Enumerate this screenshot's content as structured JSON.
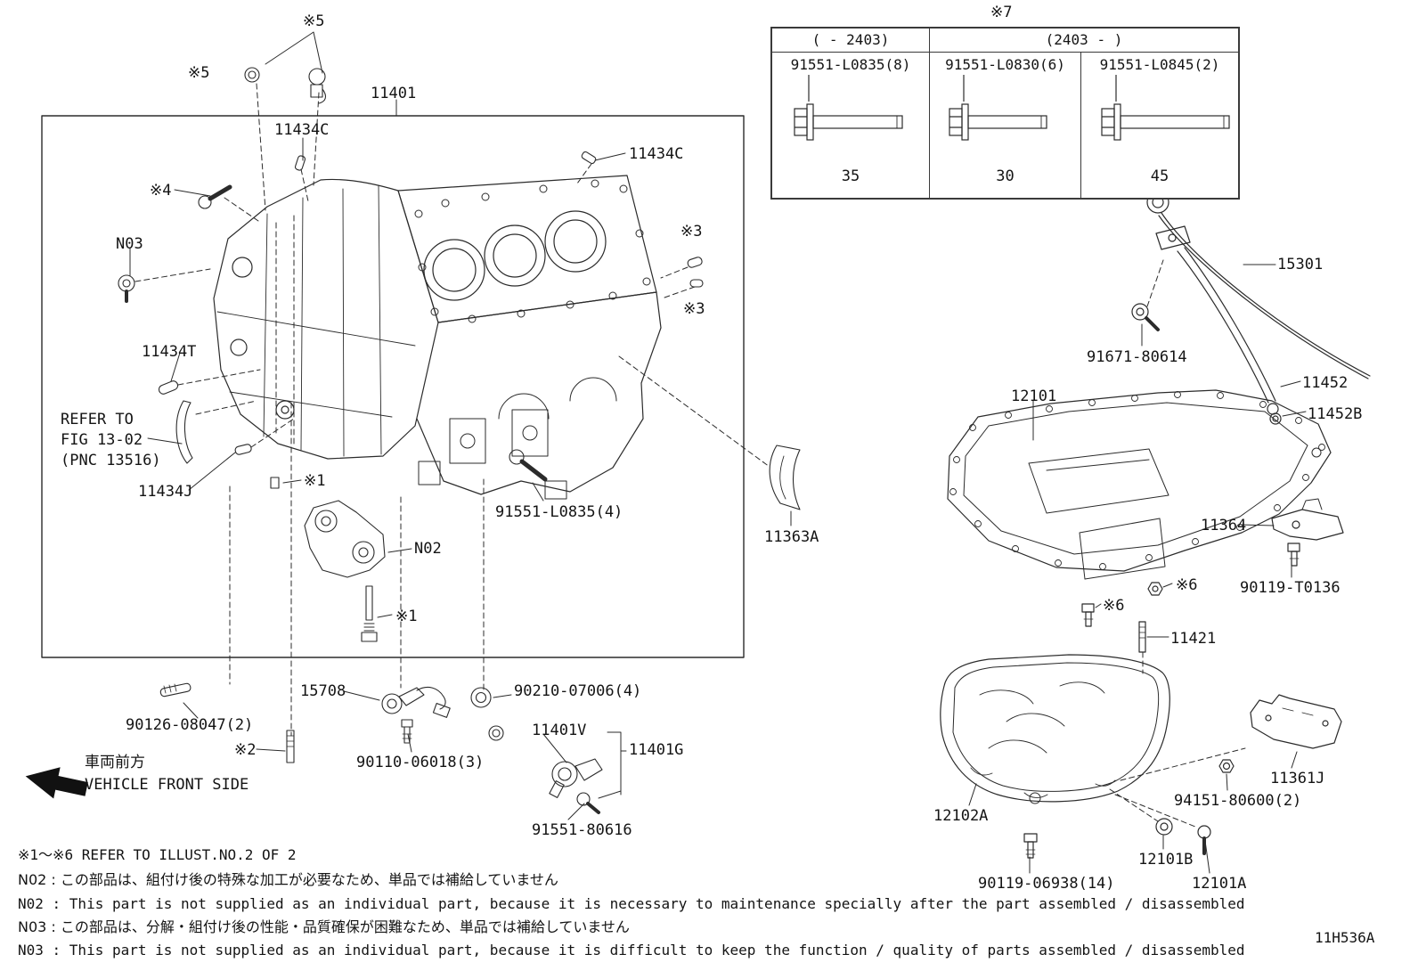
{
  "page": {
    "figure_code": "11H536A"
  },
  "bolt_table": {
    "title": "※7",
    "headers": {
      "left": "(      - 2403)",
      "right": "(2403 -      )"
    },
    "columns": [
      {
        "part_number": "91551-L0835(8)",
        "length": "35"
      },
      {
        "part_number": "91551-L0830(6)",
        "length": "30"
      },
      {
        "part_number": "91551-L0845(2)",
        "length": "45"
      }
    ]
  },
  "labels": {
    "ref5_top": "※5",
    "ref5_left": "※5",
    "code_11401": "11401",
    "code_11434c_top": "11434C",
    "code_11434c_right": "11434C",
    "ref4": "※4",
    "n03": "N03",
    "ref3_upper": "※3",
    "ref3_lower": "※3",
    "code_11434t": "11434T",
    "refer_line1": "REFER TO",
    "refer_line2": "FIG 13-02",
    "refer_line3": "(PNC 13516)",
    "code_11434j": "11434J",
    "ref1_mid": "※1",
    "code_91551_l0835_4": "91551-L0835(4)",
    "code_11363a": "11363A",
    "n02": "N02",
    "ref1_bottom": "※1",
    "code_15708": "15708",
    "code_90210": "90210-07006(4)",
    "code_90126": "90126-08047(2)",
    "ref2": "※2",
    "code_11401v": "11401V",
    "code_11401g": "11401G",
    "code_90110": "90110-06018(3)",
    "front_jp": "車両前方",
    "front_en": "VEHICLE FRONT SIDE",
    "code_91551_80616": "91551-80616",
    "code_15301": "15301",
    "code_91671": "91671-80614",
    "code_12101": "12101",
    "code_11452": "11452",
    "code_11452b": "11452B",
    "code_11364": "11364",
    "code_90119_t0136": "90119-T0136",
    "ref6_right": "※6",
    "ref6_left": "※6",
    "code_11421": "11421",
    "code_12102a": "12102A",
    "code_11361j": "11361J",
    "code_94151": "94151-80600(2)",
    "code_90119_06938": "90119-06938(14)",
    "code_12101b": "12101B",
    "code_12101a": "12101A"
  },
  "notes": {
    "refer_note": "※1～※6  REFER TO ILLUST.NO.2 OF 2",
    "n02_jp": "N02 : この部品は、組付け後の特殊な加工が必要なため、単品では補給していません",
    "n02_en": "N02 : This part is not supplied as an individual part, because it is necessary to maintenance specially after the part assembled / disassembled",
    "n03_jp": "N03 : この部品は、分解・組付け後の性能・品質確保が困難なため、単品では補給していません",
    "n03_en": "N03 : This part is not supplied as an individual part, because it is difficult to keep the function / quality of parts  assembled / disassembled"
  }
}
